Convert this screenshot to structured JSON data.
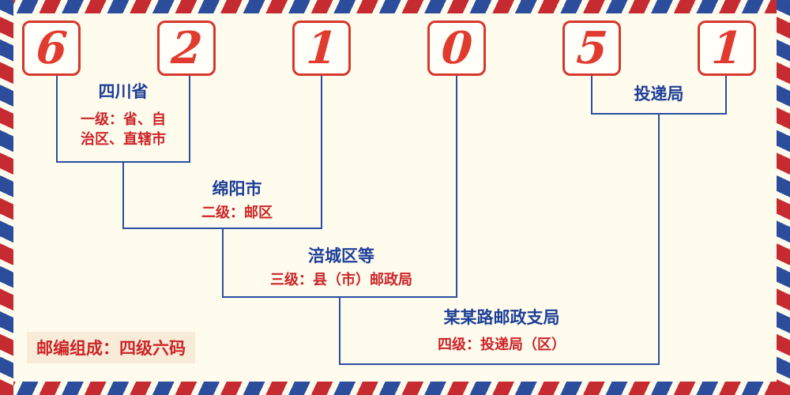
{
  "page": {
    "bg": "#fffcee",
    "accent_red": "#cc2327",
    "accent_blue": "#1c3e96",
    "line_blue": "#2b4ea0",
    "digit_red": "#e13b2f",
    "border_stripe_red": "#c62b31",
    "border_stripe_blue": "#2b4d9c"
  },
  "digits": [
    "6",
    "2",
    "1",
    "0",
    "5",
    "1"
  ],
  "levels": [
    {
      "name": "四川省",
      "desc1": "一级：省、自",
      "desc2": "治区、直辖市"
    },
    {
      "name": "绵阳市",
      "desc1": "二级：邮区"
    },
    {
      "name": "涪城区等",
      "desc1": "三级：县（市）邮政局"
    },
    {
      "name": "某某路邮政支局",
      "desc1": "四级：投递局（区）"
    },
    {
      "name": "投递局"
    }
  ],
  "footer": {
    "note": "邮编组成：四级六码"
  }
}
